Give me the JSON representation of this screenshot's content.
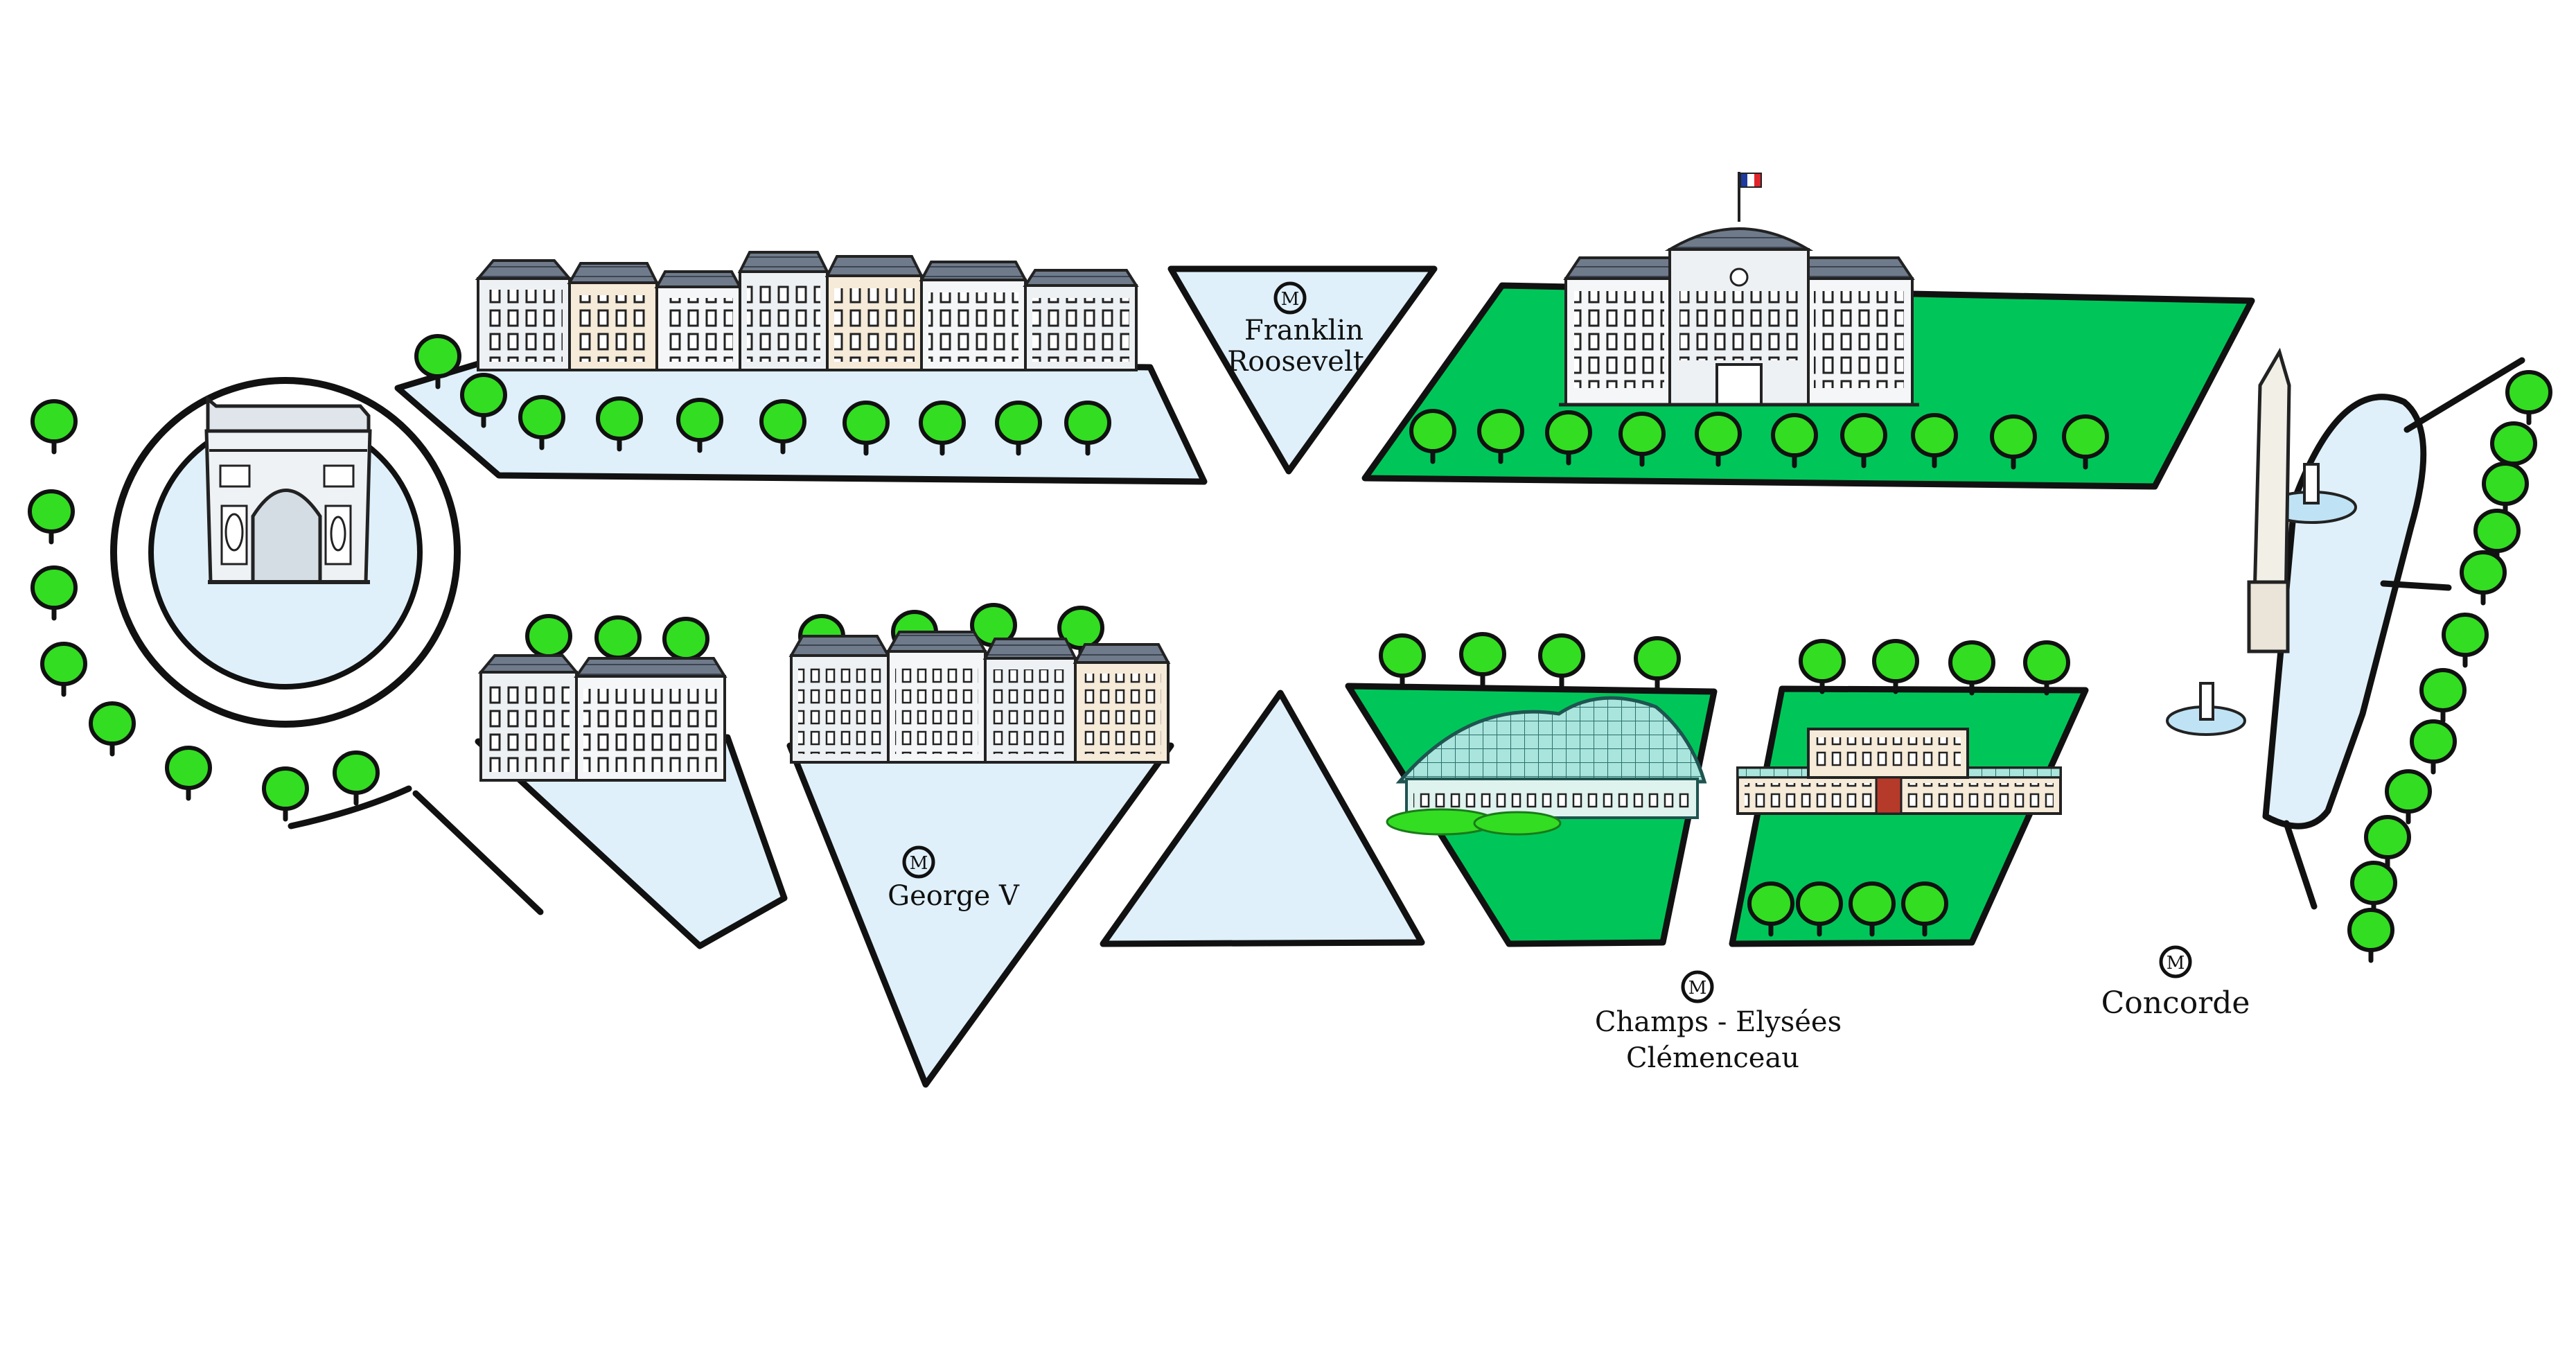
{
  "colors": {
    "ink": "#111111",
    "plaza": "#dff0fa",
    "garden": "#00c65a",
    "tree": "#33dd22",
    "building_wall": "#f4f6f8",
    "roof": "#6f7b8b",
    "glass": "#a9e5dc",
    "flag_blue": "#1d3a9c",
    "flag_red": "#e0252b"
  },
  "metro": {
    "symbol": "M",
    "stations": [
      {
        "lines": [
          "Franklin",
          "Roosevelt"
        ]
      },
      {
        "lines": [
          "George V"
        ]
      },
      {
        "lines": [
          "Champs - Elysées",
          "Clémenceau"
        ]
      },
      {
        "lines": [
          "Concorde"
        ]
      }
    ]
  },
  "landmarks": {
    "arc": "arc-de-triomphe-icon",
    "palace": "elysee-palace-icon",
    "flag": "french-flag-icon",
    "obelisk": "obelisk-icon",
    "grand_palais": "grand-palais-icon",
    "petit_palais": "petit-palais-icon",
    "fountains": "fountain-icon"
  }
}
